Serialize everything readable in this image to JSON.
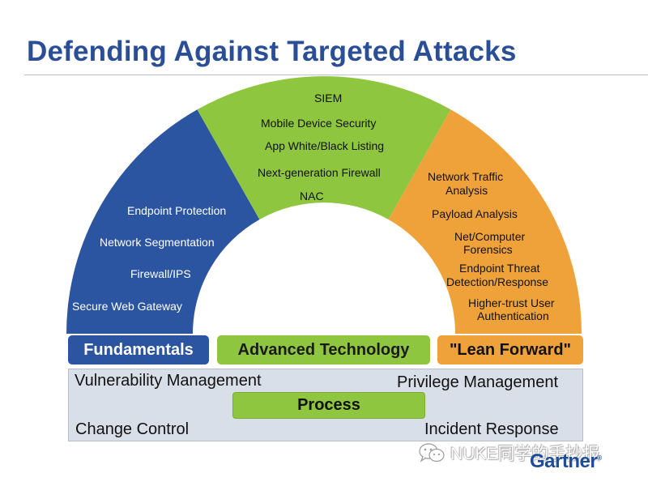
{
  "title": "Defending Against Targeted Attacks",
  "colors": {
    "title": "#2b4f97",
    "fundamentals": "#2b55a0",
    "advanced": "#8ec63f",
    "lean_forward": "#f0a23a",
    "process_panel": "#d8dfe8"
  },
  "arch": {
    "fundamentals_items": [
      "Endpoint Protection",
      "Network Segmentation",
      "Firewall/IPS",
      "Secure Web Gateway"
    ],
    "advanced_items": [
      "SIEM",
      "Mobile Device Security",
      "App White/Black Listing",
      "Next-generation Firewall",
      "NAC"
    ],
    "lean_items": [
      "Network Traffic",
      "Analysis",
      "Payload Analysis",
      "Net/Computer",
      "Forensics",
      "Endpoint Threat",
      "Detection/Response",
      "Higher-trust User",
      "Authentication"
    ]
  },
  "categories": {
    "fundamentals": "Fundamentals",
    "advanced": "Advanced Technology",
    "lean_forward": "\"Lean Forward\""
  },
  "process": {
    "label": "Process",
    "items": [
      "Vulnerability Management",
      "Privilege Management",
      "Change Control",
      "Incident Response"
    ]
  },
  "watermark": "NUKE同学的手抄报",
  "watermark_icon": "wechat-icon",
  "logo": "Gartner",
  "logo_mark": "®"
}
